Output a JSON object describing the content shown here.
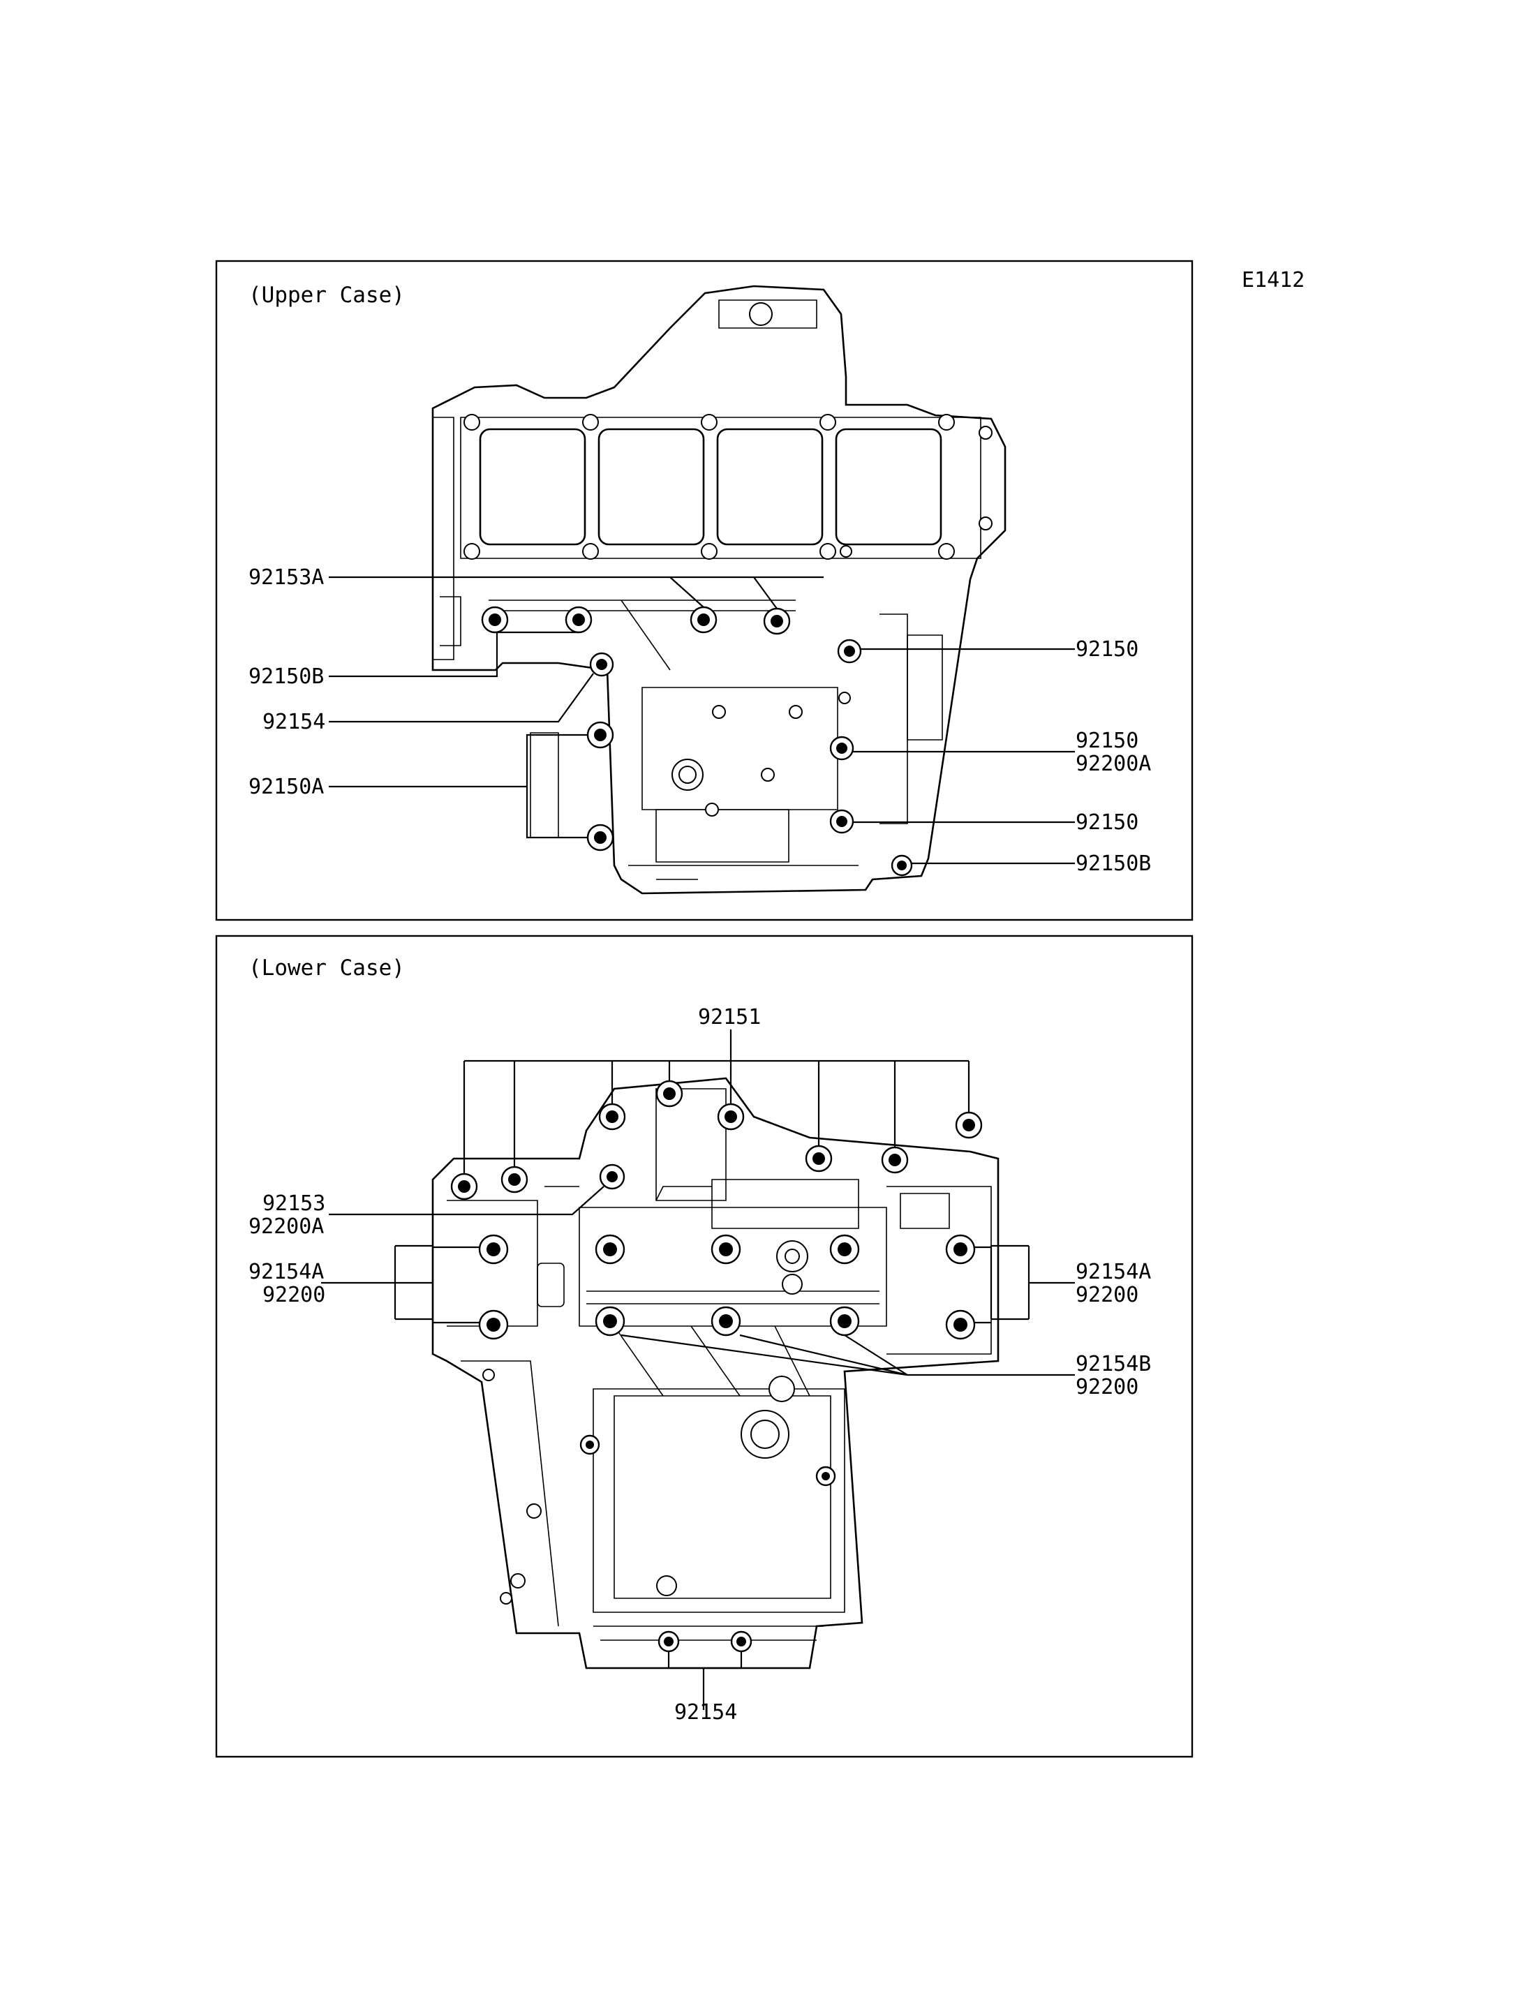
{
  "diagram_code": "E1412",
  "upper_case": {
    "title": "(Upper Case)",
    "labels": [
      "92153A",
      "92150B",
      "92154",
      "92150A",
      "92150",
      "92150",
      "92200A",
      "92150",
      "92150B"
    ]
  },
  "lower_case": {
    "title": "(Lower Case)",
    "labels": [
      "92151",
      "92153",
      "92200A",
      "92154A",
      "92200",
      "92154A",
      "92200",
      "92154B",
      "92200",
      "92154"
    ]
  }
}
